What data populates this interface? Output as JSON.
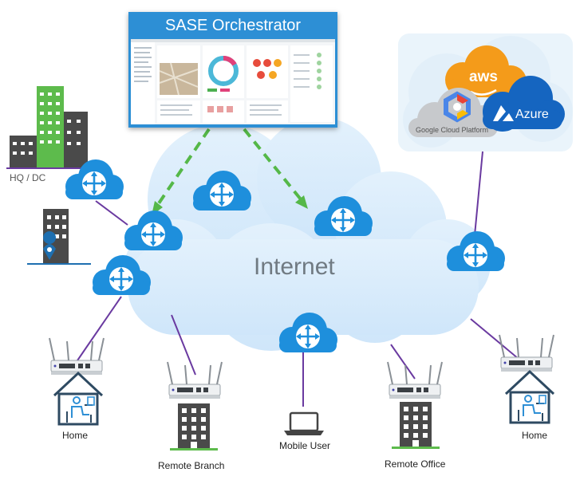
{
  "orchestrator": {
    "title": "SASE Orchestrator"
  },
  "internet_label": "Internet",
  "cloud_providers": {
    "aws": "aws",
    "gcp": "Google Cloud Platform",
    "azure": "Azure"
  },
  "sites": {
    "hq": "HQ / DC",
    "home_left": "Home",
    "remote_branch": "Remote Branch",
    "mobile_user": "Mobile User",
    "remote_office": "Remote Office",
    "home_right": "Home"
  },
  "colors": {
    "cloud_fill": "#d6eafb",
    "router_cloud": "#1e8fdc",
    "link_line": "#6a3aa0",
    "orchestrator_arrow": "#55b848",
    "building_green": "#5dbb4c",
    "building_dark": "#4a4a4a"
  },
  "icons": [
    "router-cloud-icon",
    "building-icon",
    "home-icon",
    "laptop-icon",
    "sdwan-appliance-icon"
  ]
}
